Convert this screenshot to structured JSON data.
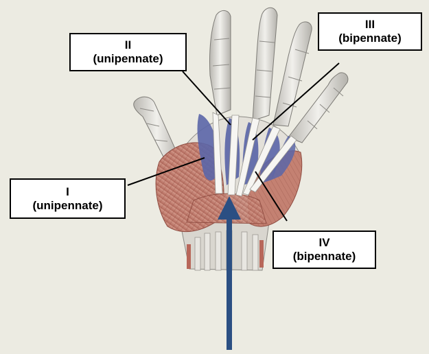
{
  "labels": [
    {
      "numeral": "II",
      "type": "(unipennate)"
    },
    {
      "numeral": "III",
      "type": "(bipennate)"
    },
    {
      "numeral": "I",
      "type": "(unipennate)"
    },
    {
      "numeral": "IV",
      "type": "(bipennate)"
    }
  ],
  "colors": {
    "background": "#ecebe2",
    "muscle": "#c27c6e",
    "interossei": "#5b66a8",
    "arrow": "#2b4f83",
    "bone": "#e4e2dc"
  }
}
